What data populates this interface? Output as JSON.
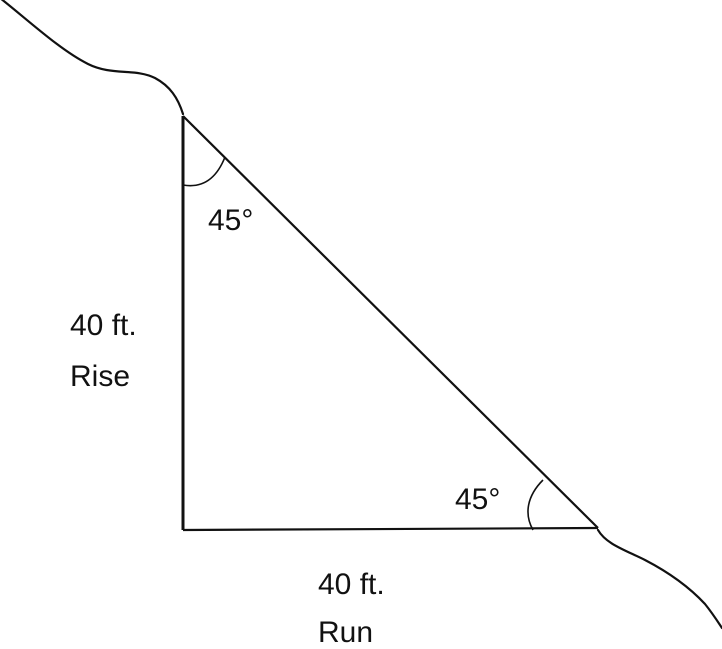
{
  "labels": {
    "top_angle": "45°",
    "bottom_angle": "45°",
    "rise_value": "40 ft.",
    "rise_name": "Rise",
    "run_value": "40 ft.",
    "run_name": "Run"
  },
  "colors": {
    "stroke": "#111111",
    "background": "#ffffff"
  }
}
